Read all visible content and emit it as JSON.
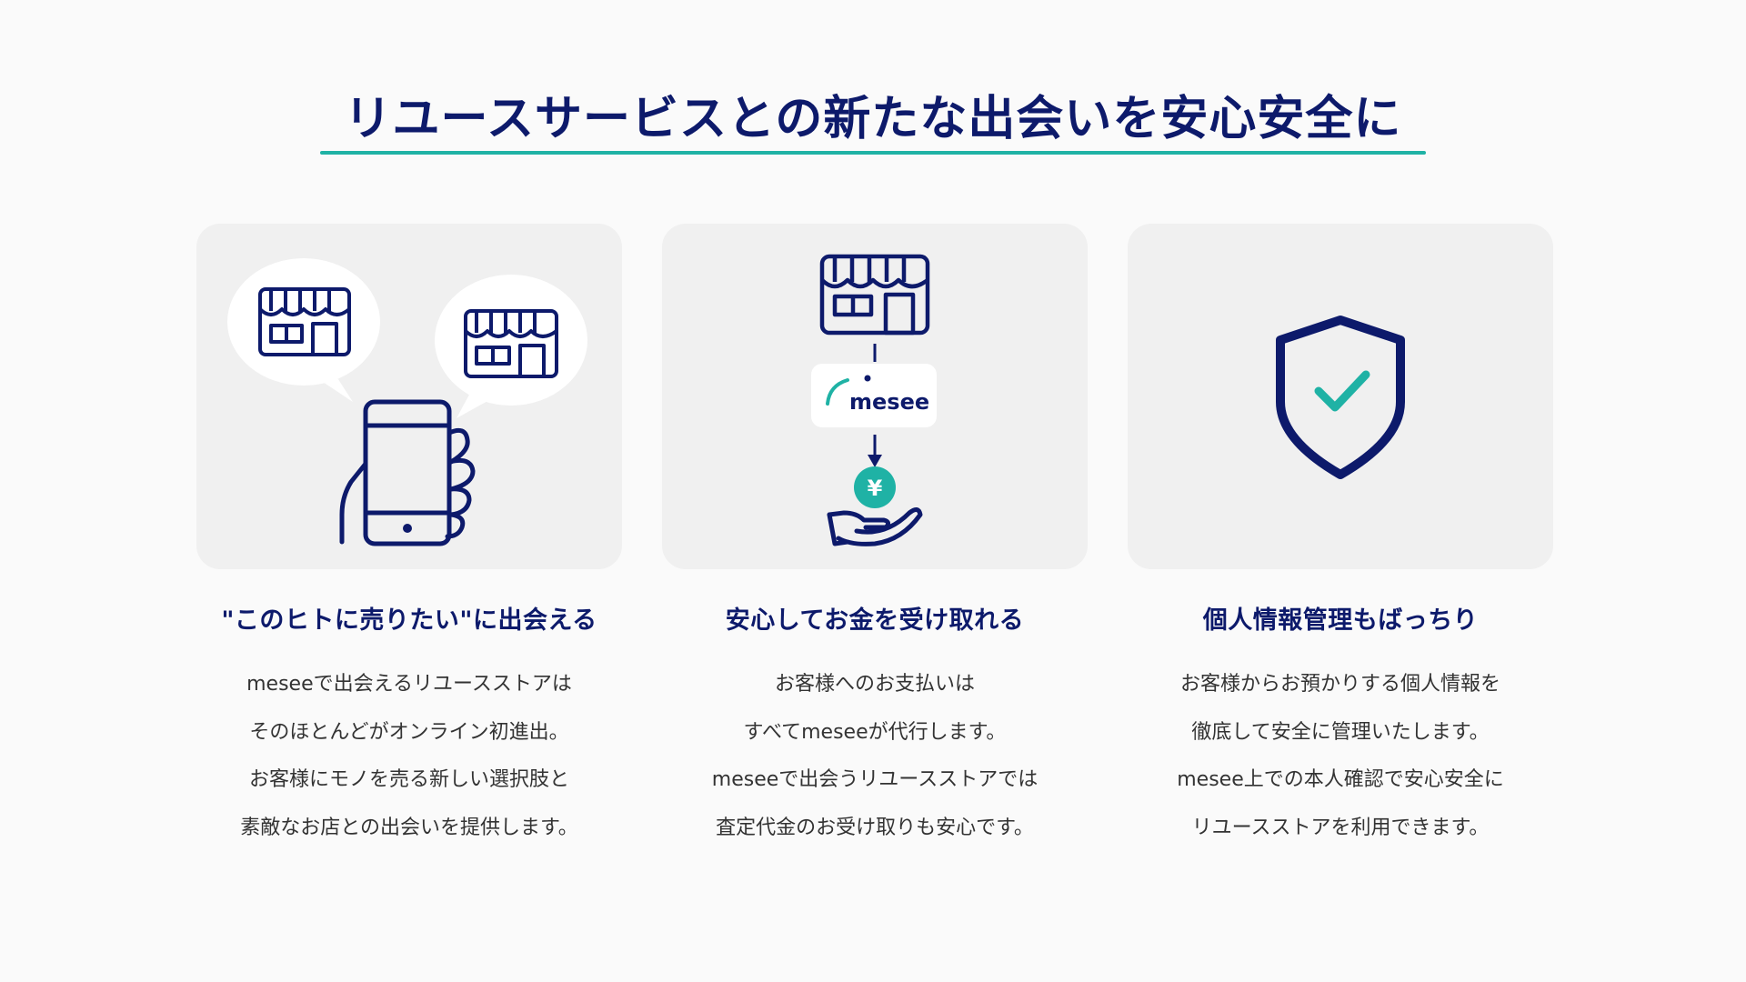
{
  "page": {
    "title": "リユースサービスとの新たな出会いを安心安全に"
  },
  "colors": {
    "navy": "#0d1a6b",
    "teal": "#1fb2a5",
    "card_bg": "#f0f0f0",
    "page_bg": "#fafafa"
  },
  "cards": [
    {
      "illustration": "phone-with-store-bubbles",
      "heading": "\"このヒトに売りたい\"に出会える",
      "lines": [
        "meseeで出会えるリユースストアは",
        "そのほとんどがオンライン初進出。",
        "お客様にモノを売る新しい選択肢と",
        "素敵なお店との出会いを提供します。"
      ]
    },
    {
      "illustration": "store-to-mesee-to-payment",
      "logo_text": "mesee",
      "yen_symbol": "¥",
      "heading": "安心してお金を受け取れる",
      "lines": [
        "お客様へのお支払いは",
        "すべてmeseeが代行します。",
        "meseeで出会うリユースストアでは",
        "査定代金のお受け取りも安心です。"
      ]
    },
    {
      "illustration": "shield-check",
      "heading": "個人情報管理もばっちり",
      "lines": [
        "お客様からお預かりする個人情報を",
        "徹底して安全に管理いたします。",
        "mesee上での本人確認で安心安全に",
        "リユースストアを利用できます。"
      ]
    }
  ]
}
